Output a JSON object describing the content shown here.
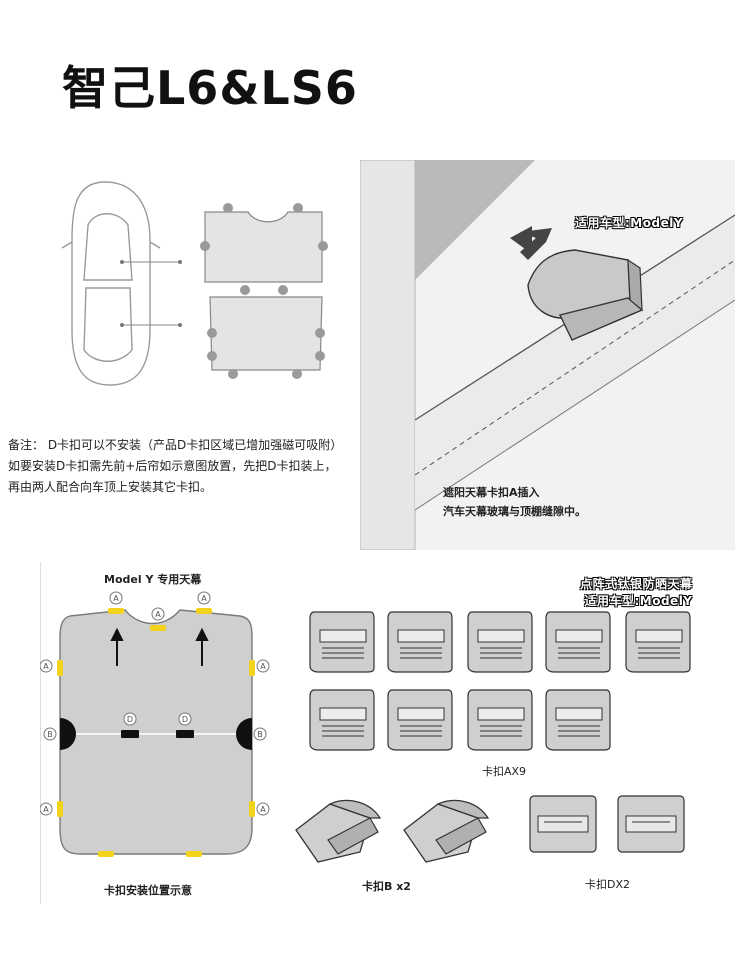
{
  "title": "智己L6&LS6",
  "note": {
    "line1": "备注：  D卡扣可以不安装（产品D卡扣区域已增加强磁可吸附）",
    "line2": "如要安装D卡扣需先前+后帘如示意图放置，先把D卡扣装上，",
    "line3": "再由两人配合向车顶上安装其它卡扣。"
  },
  "photo_panel": {
    "tag": "适用车型:ModelY",
    "caption_line1": "遮阳天幕卡扣A插入",
    "caption_line2": "汽车天幕玻璃与顶棚缝隙中。"
  },
  "diagram": {
    "heading": "Model Y 专用天幕",
    "footer": "卡扣安装位置示意",
    "marker_a": "A",
    "marker_b": "B",
    "marker_d": "D"
  },
  "parts": {
    "tag_line1": "点阵式钛银防晒天幕",
    "tag_line2": "适用车型:ModelY",
    "clip_a_label": "卡扣AX9",
    "clip_b_label": "卡扣B x2",
    "clip_d_label": "卡扣DX2"
  },
  "colors": {
    "accent_yellow": "#f2d21b",
    "shade_gray": "#cfcfcf",
    "panel_gray": "#e4e4e4"
  }
}
